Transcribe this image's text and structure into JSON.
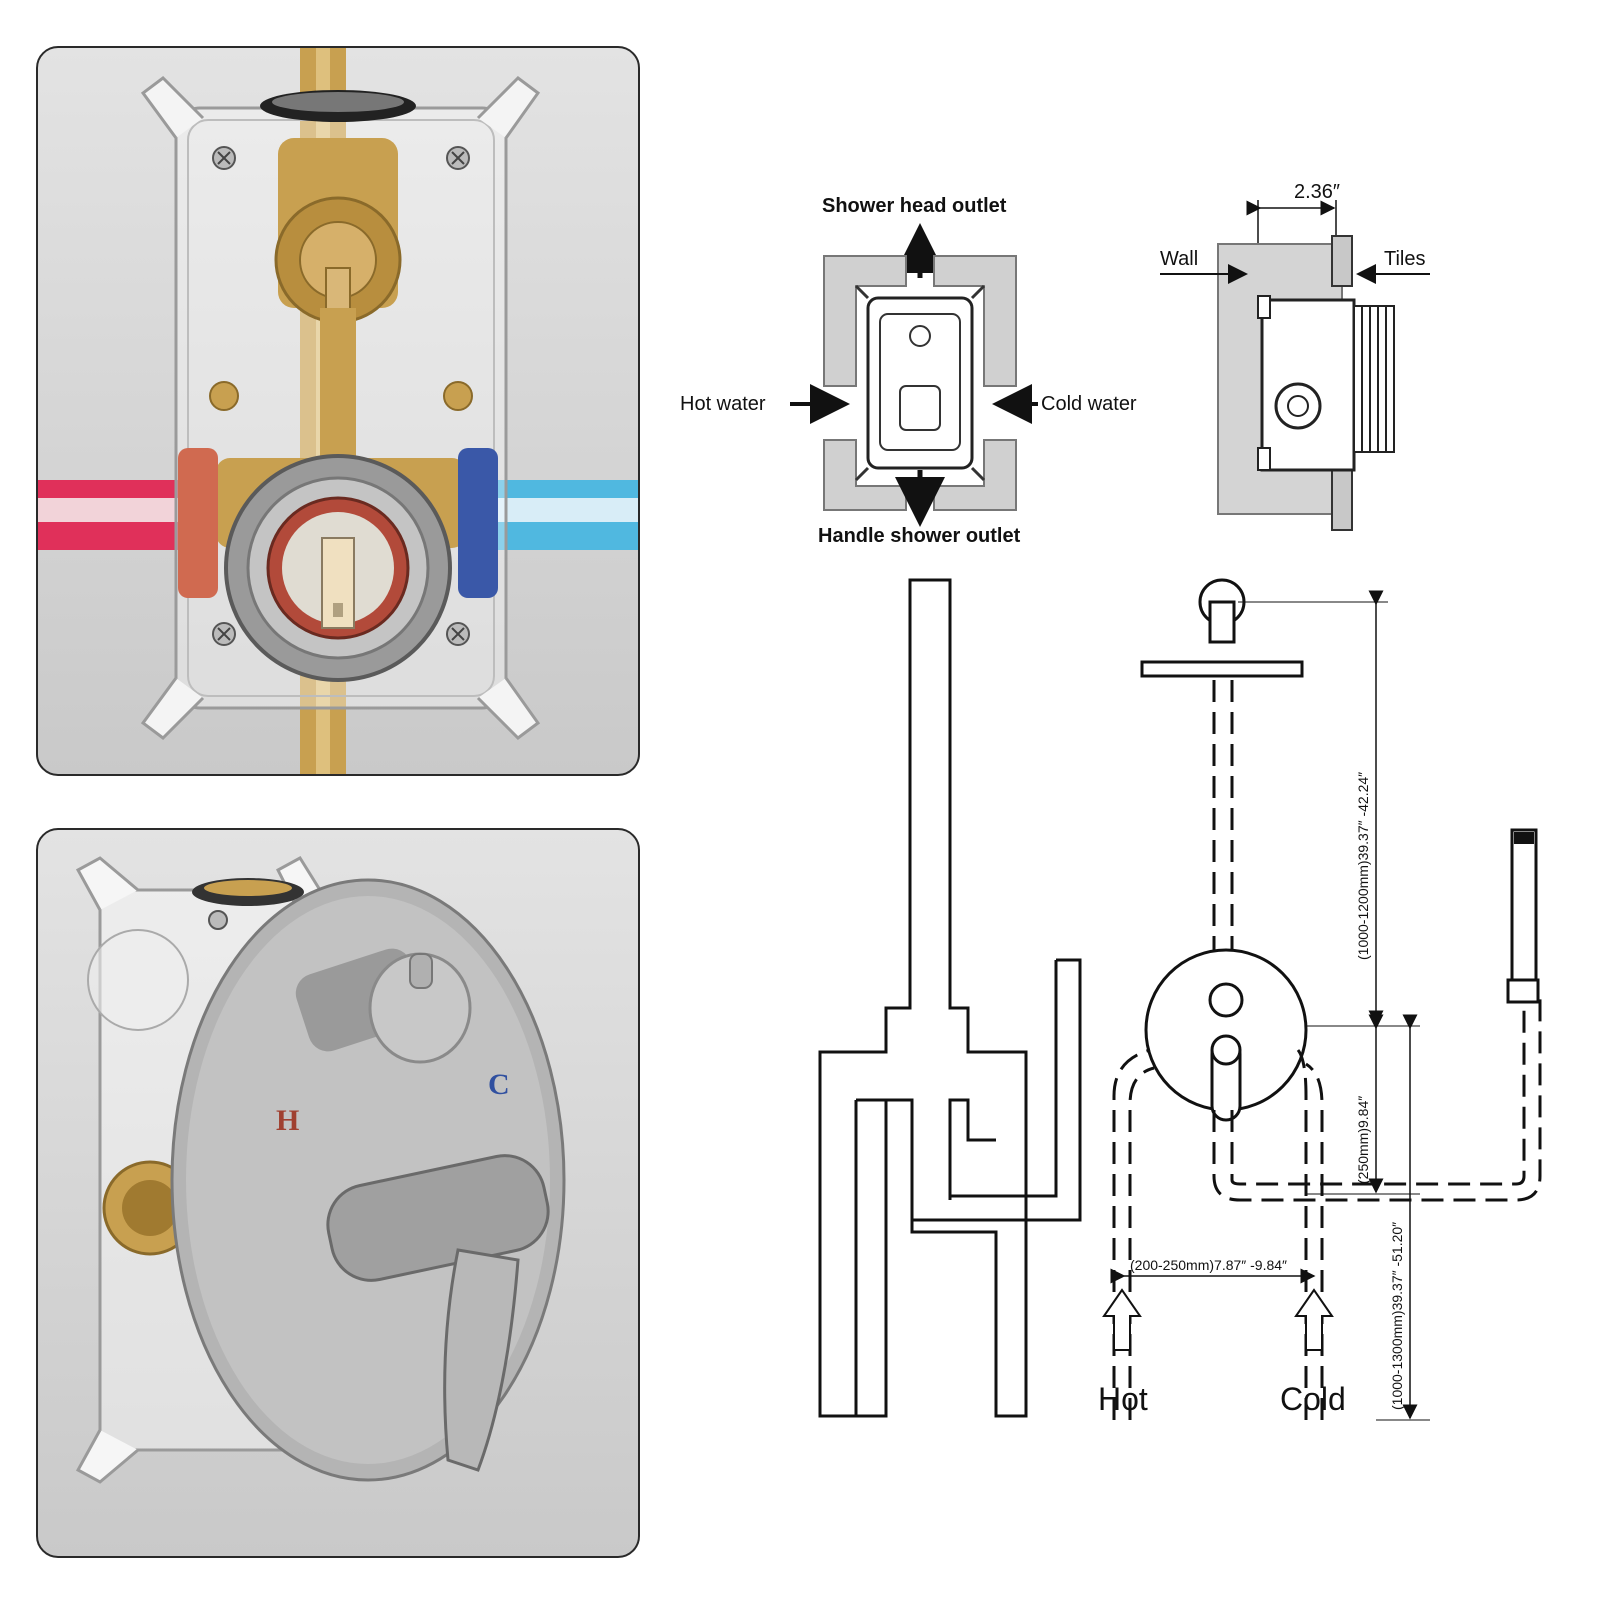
{
  "photos": {
    "top": {
      "alt": ""
    },
    "bottom": {
      "hot_mark": "H",
      "cold_mark": "C"
    }
  },
  "front_view": {
    "shower_head_outlet": "Shower head outlet",
    "hot_water": "Hot water",
    "cold_water": "Cold water",
    "handle_shower_outlet": "Handle shower outlet"
  },
  "side_view": {
    "depth": "2.36″",
    "wall": "Wall",
    "tiles": "Tiles"
  },
  "install": {
    "head_height": "(1000-1200mm)39.37″ -42.24″",
    "valve_offset": "(250mm)9.84″",
    "inlet_spacing": "(200-250mm)7.87″ -9.84″",
    "inlet_height": "(1000-1300mm)39.37″ -51.20″",
    "hot": "Hot",
    "cold": "Cold"
  },
  "colors": {
    "brass": "#c8a050",
    "hot_pipe": "#e0305a",
    "cold_pipe": "#50b8e0",
    "steel": "#a8a8a8"
  }
}
